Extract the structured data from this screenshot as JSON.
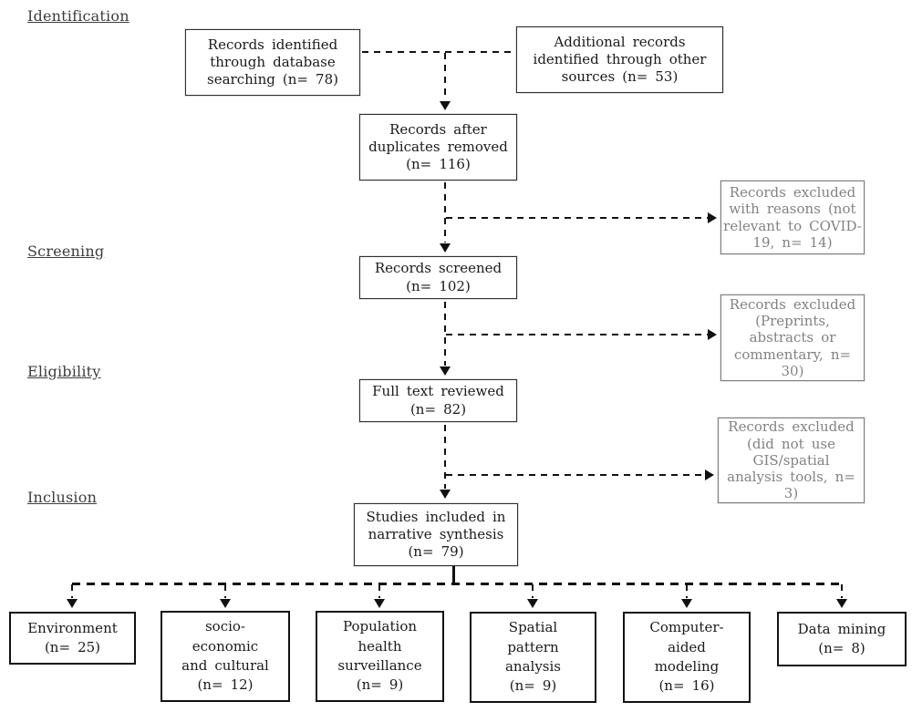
{
  "stages": [
    {
      "label": "Identification"
    },
    {
      "label": "Screening"
    },
    {
      "label": "Eligibility"
    },
    {
      "label": "Inclusion"
    }
  ],
  "flow": {
    "identified": "Records identified\nthrough database\nsearching (n= 78)",
    "additional": "Additional records\nidentified through other\nsources (n= 53)",
    "deduplicated": "Records after\nduplicates removed\n(n= 116)",
    "screened": "Records screened\n(n= 102)",
    "full_text": "Full text reviewed\n(n= 82)",
    "included": "Studies included in\nnarrative synthesis\n(n= 79)"
  },
  "excluded": [
    {
      "text": "Records excluded\nwith reasons (not\nrelevant to COVID-\n19, n= 14)"
    },
    {
      "text": "Records excluded\n(Preprints,\nabstracts or\ncommentary, n= 30)"
    },
    {
      "text": "Records excluded\n(did not use\nGIS/spatial\nanalysis tools, n= 3)"
    }
  ],
  "categories": [
    {
      "text": "Environment\n(n= 25)"
    },
    {
      "text": "socio-\neconomic\nand cultural\n(n= 12)"
    },
    {
      "text": "Population\nhealth\nsurveillance\n(n= 9)"
    },
    {
      "text": "Spatial\npattern\nanalysis\n(n= 9)"
    },
    {
      "text": "Computer-\naided\nmodeling\n(n= 16)"
    },
    {
      "text": "Data mining\n(n= 8)"
    }
  ],
  "counts": {
    "identified": 78,
    "additional": 53,
    "after_duplicates": 116,
    "screened": 102,
    "full_text": 82,
    "included": 79,
    "excluded_not_relevant": 14,
    "excluded_preprints": 30,
    "excluded_no_gis": 3,
    "environment": 25,
    "socio_economic": 12,
    "population_health": 9,
    "spatial_pattern": 9,
    "computer_aided": 16,
    "data_mining": 8
  },
  "colors": {
    "background": "#ffffff",
    "line": "#111111",
    "flow_box_border": "#2e2e2e",
    "excluded_gray": "#828282",
    "category_border": "#111111",
    "stage_label": "#3d3d3d"
  }
}
